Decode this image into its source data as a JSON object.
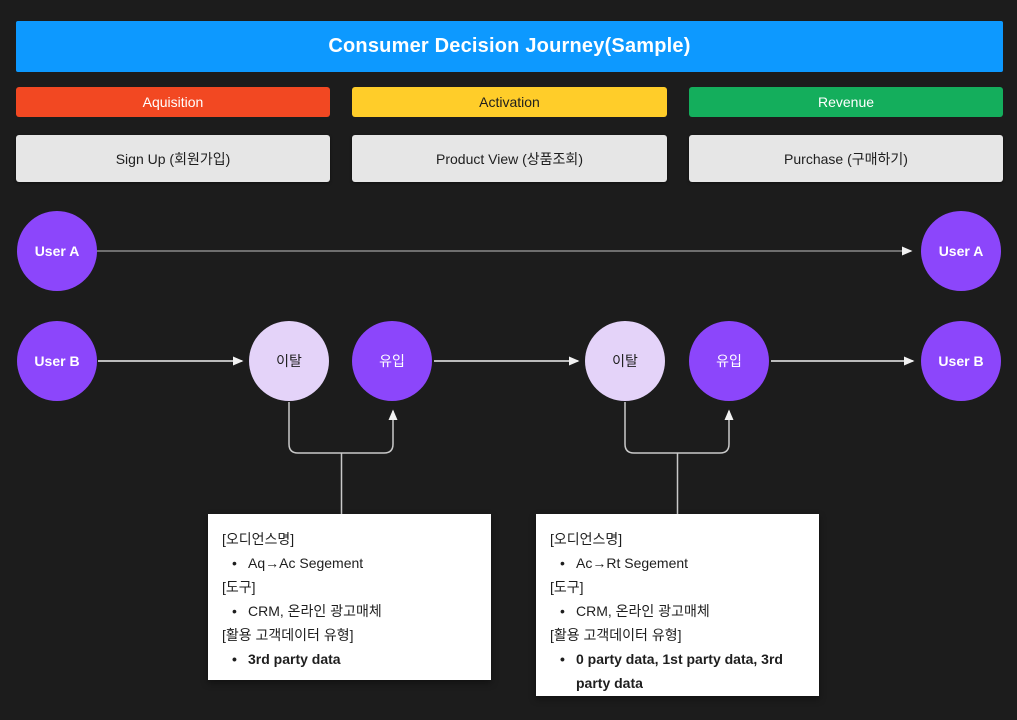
{
  "title": "Consumer Decision Journey(Sample)",
  "stages": [
    {
      "label": "Aquisition",
      "step": "Sign Up (회원가입)",
      "color": "#F24822"
    },
    {
      "label": "Activation",
      "step": "Product View (상품조회)",
      "color": "#FFCD29"
    },
    {
      "label": "Revenue",
      "step": "Purchase (구매하기)",
      "color": "#14AE5C"
    }
  ],
  "nodes": {
    "user_a_start": "User A",
    "user_a_end": "User A",
    "user_b_start": "User B",
    "user_b_end": "User B",
    "churn_1": "이탈",
    "inflow_1": "유입",
    "churn_2": "이탈",
    "inflow_2": "유입"
  },
  "notes": [
    {
      "lines": [
        {
          "text": "[오디언스명]"
        },
        {
          "text": "Aq→Ac Segement"
        },
        {
          "text": "[도구]"
        },
        {
          "text": "CRM, 온라인 광고매체"
        },
        {
          "text": "[활용 고객데이터 유형]"
        },
        {
          "text": "3rd party data"
        }
      ]
    },
    {
      "lines": [
        {
          "text": "[오디언스명]"
        },
        {
          "text": "Ac→Rt Segement"
        },
        {
          "text": "[도구]"
        },
        {
          "text": "CRM, 온라인 광고매체"
        },
        {
          "text": "[활용 고객데이터 유형]"
        },
        {
          "text": "0 party data, 1st party data, 3rd party data"
        }
      ]
    }
  ],
  "colors": {
    "background": "#1C1C1C",
    "header": "#0D99FF",
    "acquisition": "#F24822",
    "activation": "#FFCD29",
    "revenue": "#14AE5C",
    "step_bar": "#E6E6E6",
    "node_purple": "#8C46FB",
    "node_light_purple": "#E4D3F9",
    "note_bg": "#FFFFFF",
    "connector_light": "#F0F0F0",
    "connector_gray": "#8A8A8A"
  }
}
